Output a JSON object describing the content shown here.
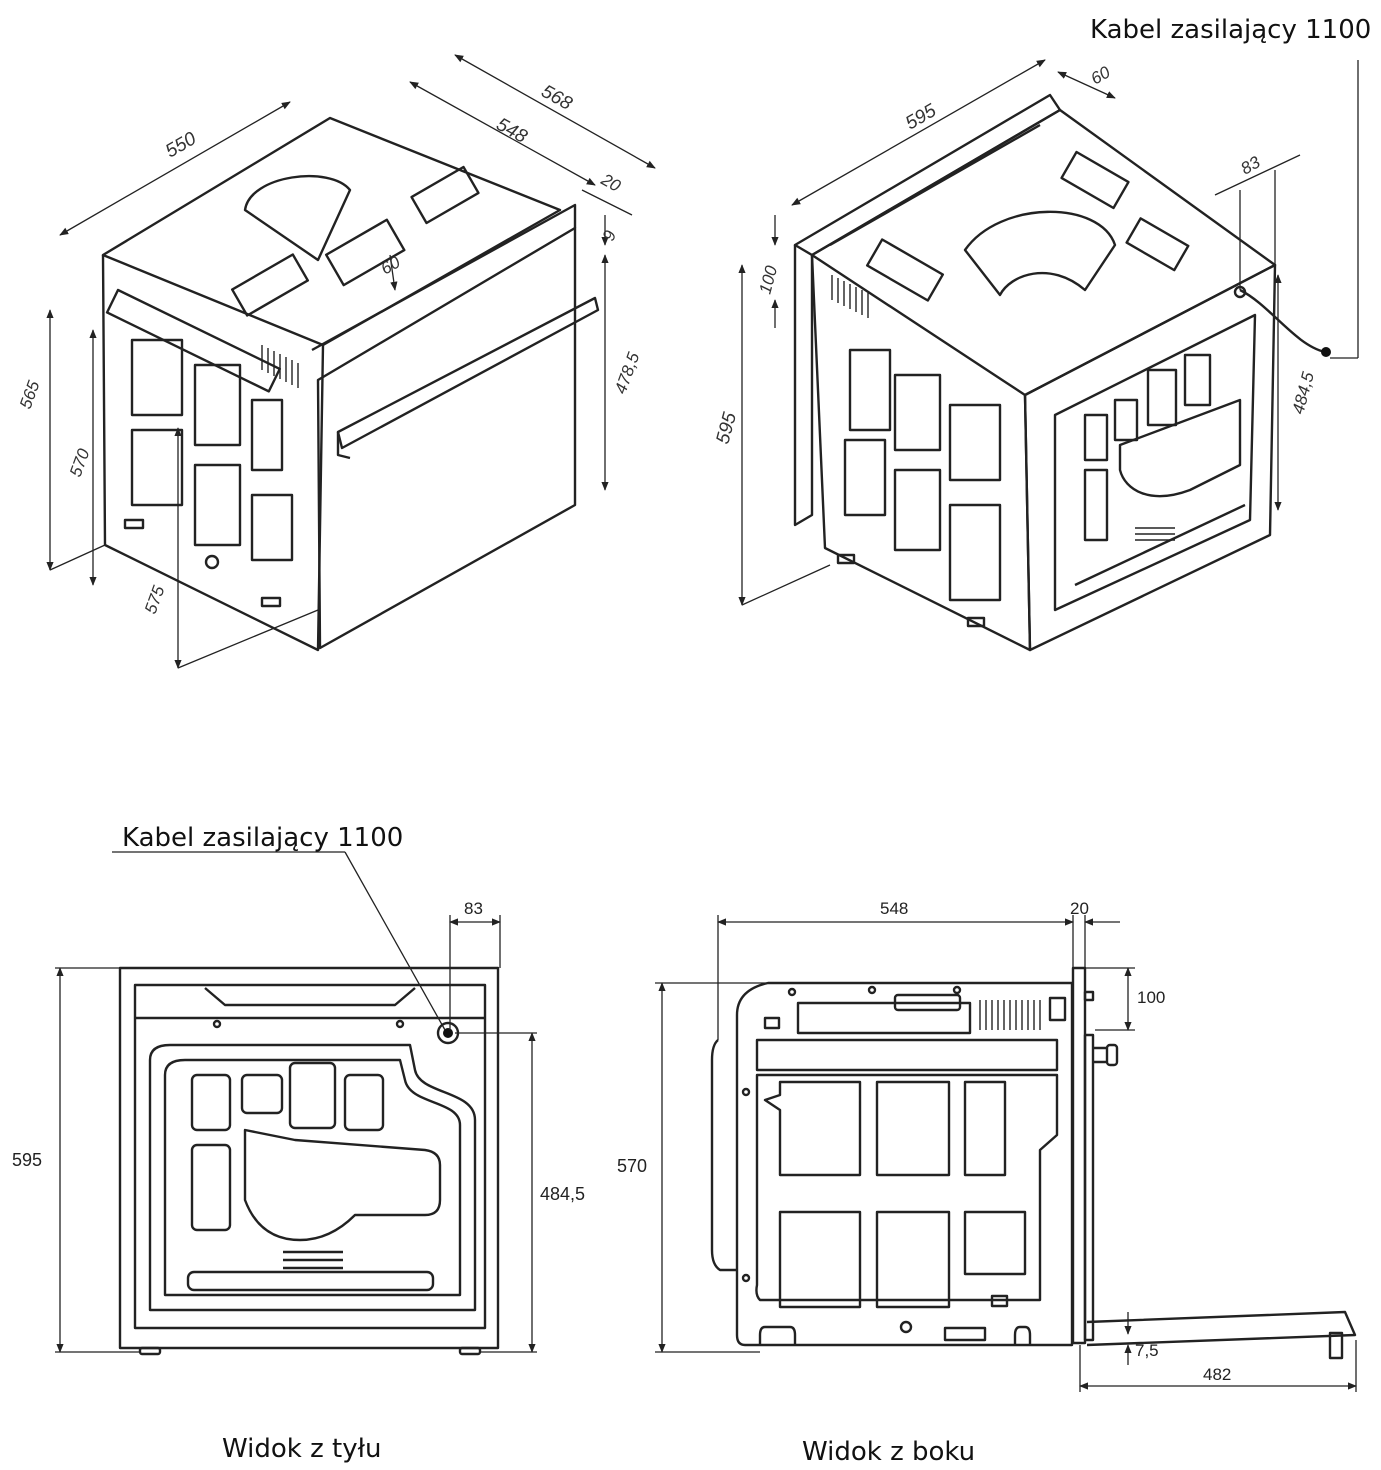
{
  "labels": {
    "power_cable": "Kabel zasilający 1100",
    "rear_view": "Widok z tyłu",
    "side_view": "Widok z boku"
  },
  "iso_front": {
    "d550": "550",
    "d548": "548",
    "d568": "568",
    "d20": "20",
    "d9": "9",
    "d60": "60",
    "d565": "565",
    "d570": "570",
    "d575": "575",
    "d478_5": "478,5"
  },
  "iso_back": {
    "d595w": "595",
    "d60": "60",
    "d83": "83",
    "d100": "100",
    "d595h": "595",
    "d484_5": "484,5"
  },
  "rear": {
    "d83": "83",
    "d595": "595",
    "d484_5": "484,5"
  },
  "side": {
    "d548": "548",
    "d20": "20",
    "d100": "100",
    "d570": "570",
    "d7_5": "7,5",
    "d482": "482"
  }
}
